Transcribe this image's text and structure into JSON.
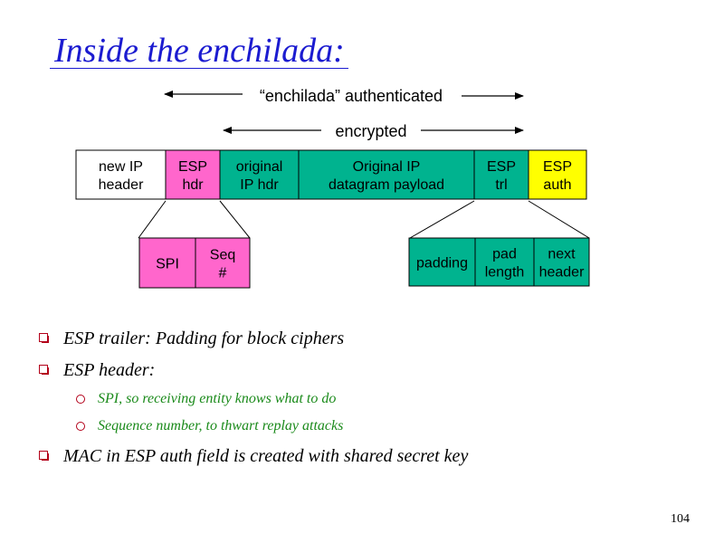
{
  "title": "Inside the enchilada:",
  "arrows": {
    "authenticated": "“enchilada” authenticated",
    "encrypted": "encrypted"
  },
  "packet_fields": [
    {
      "name": "new-ip-header",
      "lines": [
        "new IP",
        "header"
      ],
      "color": "#ffffff"
    },
    {
      "name": "esp-hdr",
      "lines": [
        "ESP",
        "hdr"
      ],
      "color": "#ff66cc"
    },
    {
      "name": "original-ip-hdr",
      "lines": [
        "original",
        "IP hdr"
      ],
      "color": "#00b38f"
    },
    {
      "name": "original-ip-payload",
      "lines": [
        "Original IP",
        "datagram payload"
      ],
      "color": "#00b38f"
    },
    {
      "name": "esp-trl",
      "lines": [
        "ESP",
        "trl"
      ],
      "color": "#00b38f"
    },
    {
      "name": "esp-auth",
      "lines": [
        "ESP",
        "auth"
      ],
      "color": "#ffff00"
    }
  ],
  "header_detail": [
    {
      "name": "spi",
      "lines": [
        "SPI"
      ],
      "color": "#ff66cc"
    },
    {
      "name": "seq",
      "lines": [
        "Seq",
        "#"
      ],
      "color": "#ff66cc"
    }
  ],
  "trailer_detail": [
    {
      "name": "padding",
      "lines": [
        "padding"
      ],
      "color": "#00b38f"
    },
    {
      "name": "pad-length",
      "lines": [
        "pad",
        "length"
      ],
      "color": "#00b38f"
    },
    {
      "name": "next-header",
      "lines": [
        "next",
        "header"
      ],
      "color": "#00b38f"
    }
  ],
  "bullets": {
    "b1": "ESP trailer: Padding for block ciphers",
    "b2": "ESP header:",
    "b2_1": "SPI, so receiving entity knows what to do",
    "b2_2": "Sequence number, to thwart replay attacks",
    "b3": "MAC in ESP auth field is created with shared secret key"
  },
  "page_number": "104"
}
